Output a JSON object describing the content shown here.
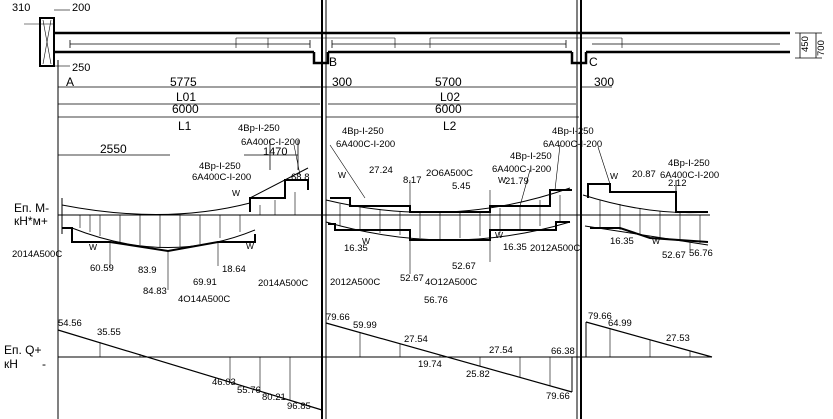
{
  "dims": {
    "d310": "310",
    "d200": "200",
    "d250": "250",
    "d5775": "5775",
    "d300a": "300",
    "d5700": "5700",
    "d300b": "300",
    "L01": "L01",
    "L02": "L02",
    "d6000a": "6000",
    "d6000b": "6000",
    "L1": "L1",
    "L2": "L2",
    "d2550": "2550",
    "d1470": "1470",
    "d450": "450",
    "d700": "700"
  },
  "supports": {
    "A": "A",
    "B": "B",
    "C": "C"
  },
  "moment_axis": {
    "label1": "Еп. М-",
    "label2": "кН*м+"
  },
  "shear_axis": {
    "label1": "Еп. Q+",
    "label2": "кН",
    "label3": "-"
  },
  "rebar_notes": {
    "s1a": "4Вр-I-250",
    "s1b": "6А400С-I-200",
    "s2a": "4Вр-I-250",
    "s2b": "6А400С-I-200",
    "s3a": "4Вр-I-250",
    "s3b": "6А400С-I-200",
    "s4a": "4Вр-I-250",
    "s4b": "6А400С-I-200",
    "s5a": "4Вр-I-250",
    "s5b": "6А400С-I-200",
    "s6a": "4Вр-I-250",
    "s6b": "6А400С-I-200",
    "b1": "2014А500С",
    "b2": "4О14А500С",
    "b3": "2014А500С",
    "b4": "2012А500С",
    "b5": "2О6А500С",
    "b6": "4О12А500С",
    "b7": "2012А500С",
    "w": "W"
  },
  "moment_values": {
    "m_68_8": "68.8",
    "m_60_59": "60.59",
    "m_83_9": "83.9",
    "m_84_83": "84.83",
    "m_69_91": "69.91",
    "m_18_64": "18.64",
    "m_27_24": "27.24",
    "m_8_17": "8.17",
    "m_5_45": "5.45",
    "m_21_79": "21.79",
    "m_16_35a": "16.35",
    "m_52_67a": "52.67",
    "m_52_67b": "52.67",
    "m_56_76a": "56.76",
    "m_16_35b": "16.35",
    "m_20_87": "20.87",
    "m_2_12": "2.12",
    "m_16_35c": "16.35",
    "m_52_67c": "52.67",
    "m_56_76b": "56.76"
  },
  "shear_values": {
    "q_54_56": "54.56",
    "q_35_55": "35.55",
    "q_46_03": "46.03",
    "q_55_76": "55.76",
    "q_80_21": "80.21",
    "q_96_85": "96.85",
    "q_79_66a": "79.66",
    "q_59_99": "59.99",
    "q_27_54a": "27.54",
    "q_19_74": "19.74",
    "q_27_54b": "27.54",
    "q_25_82": "25.82",
    "q_66_38": "66.38",
    "q_79_66b": "79.66",
    "q_79_66c": "79.66",
    "q_64_99": "64.99",
    "q_27_53": "27.53"
  }
}
